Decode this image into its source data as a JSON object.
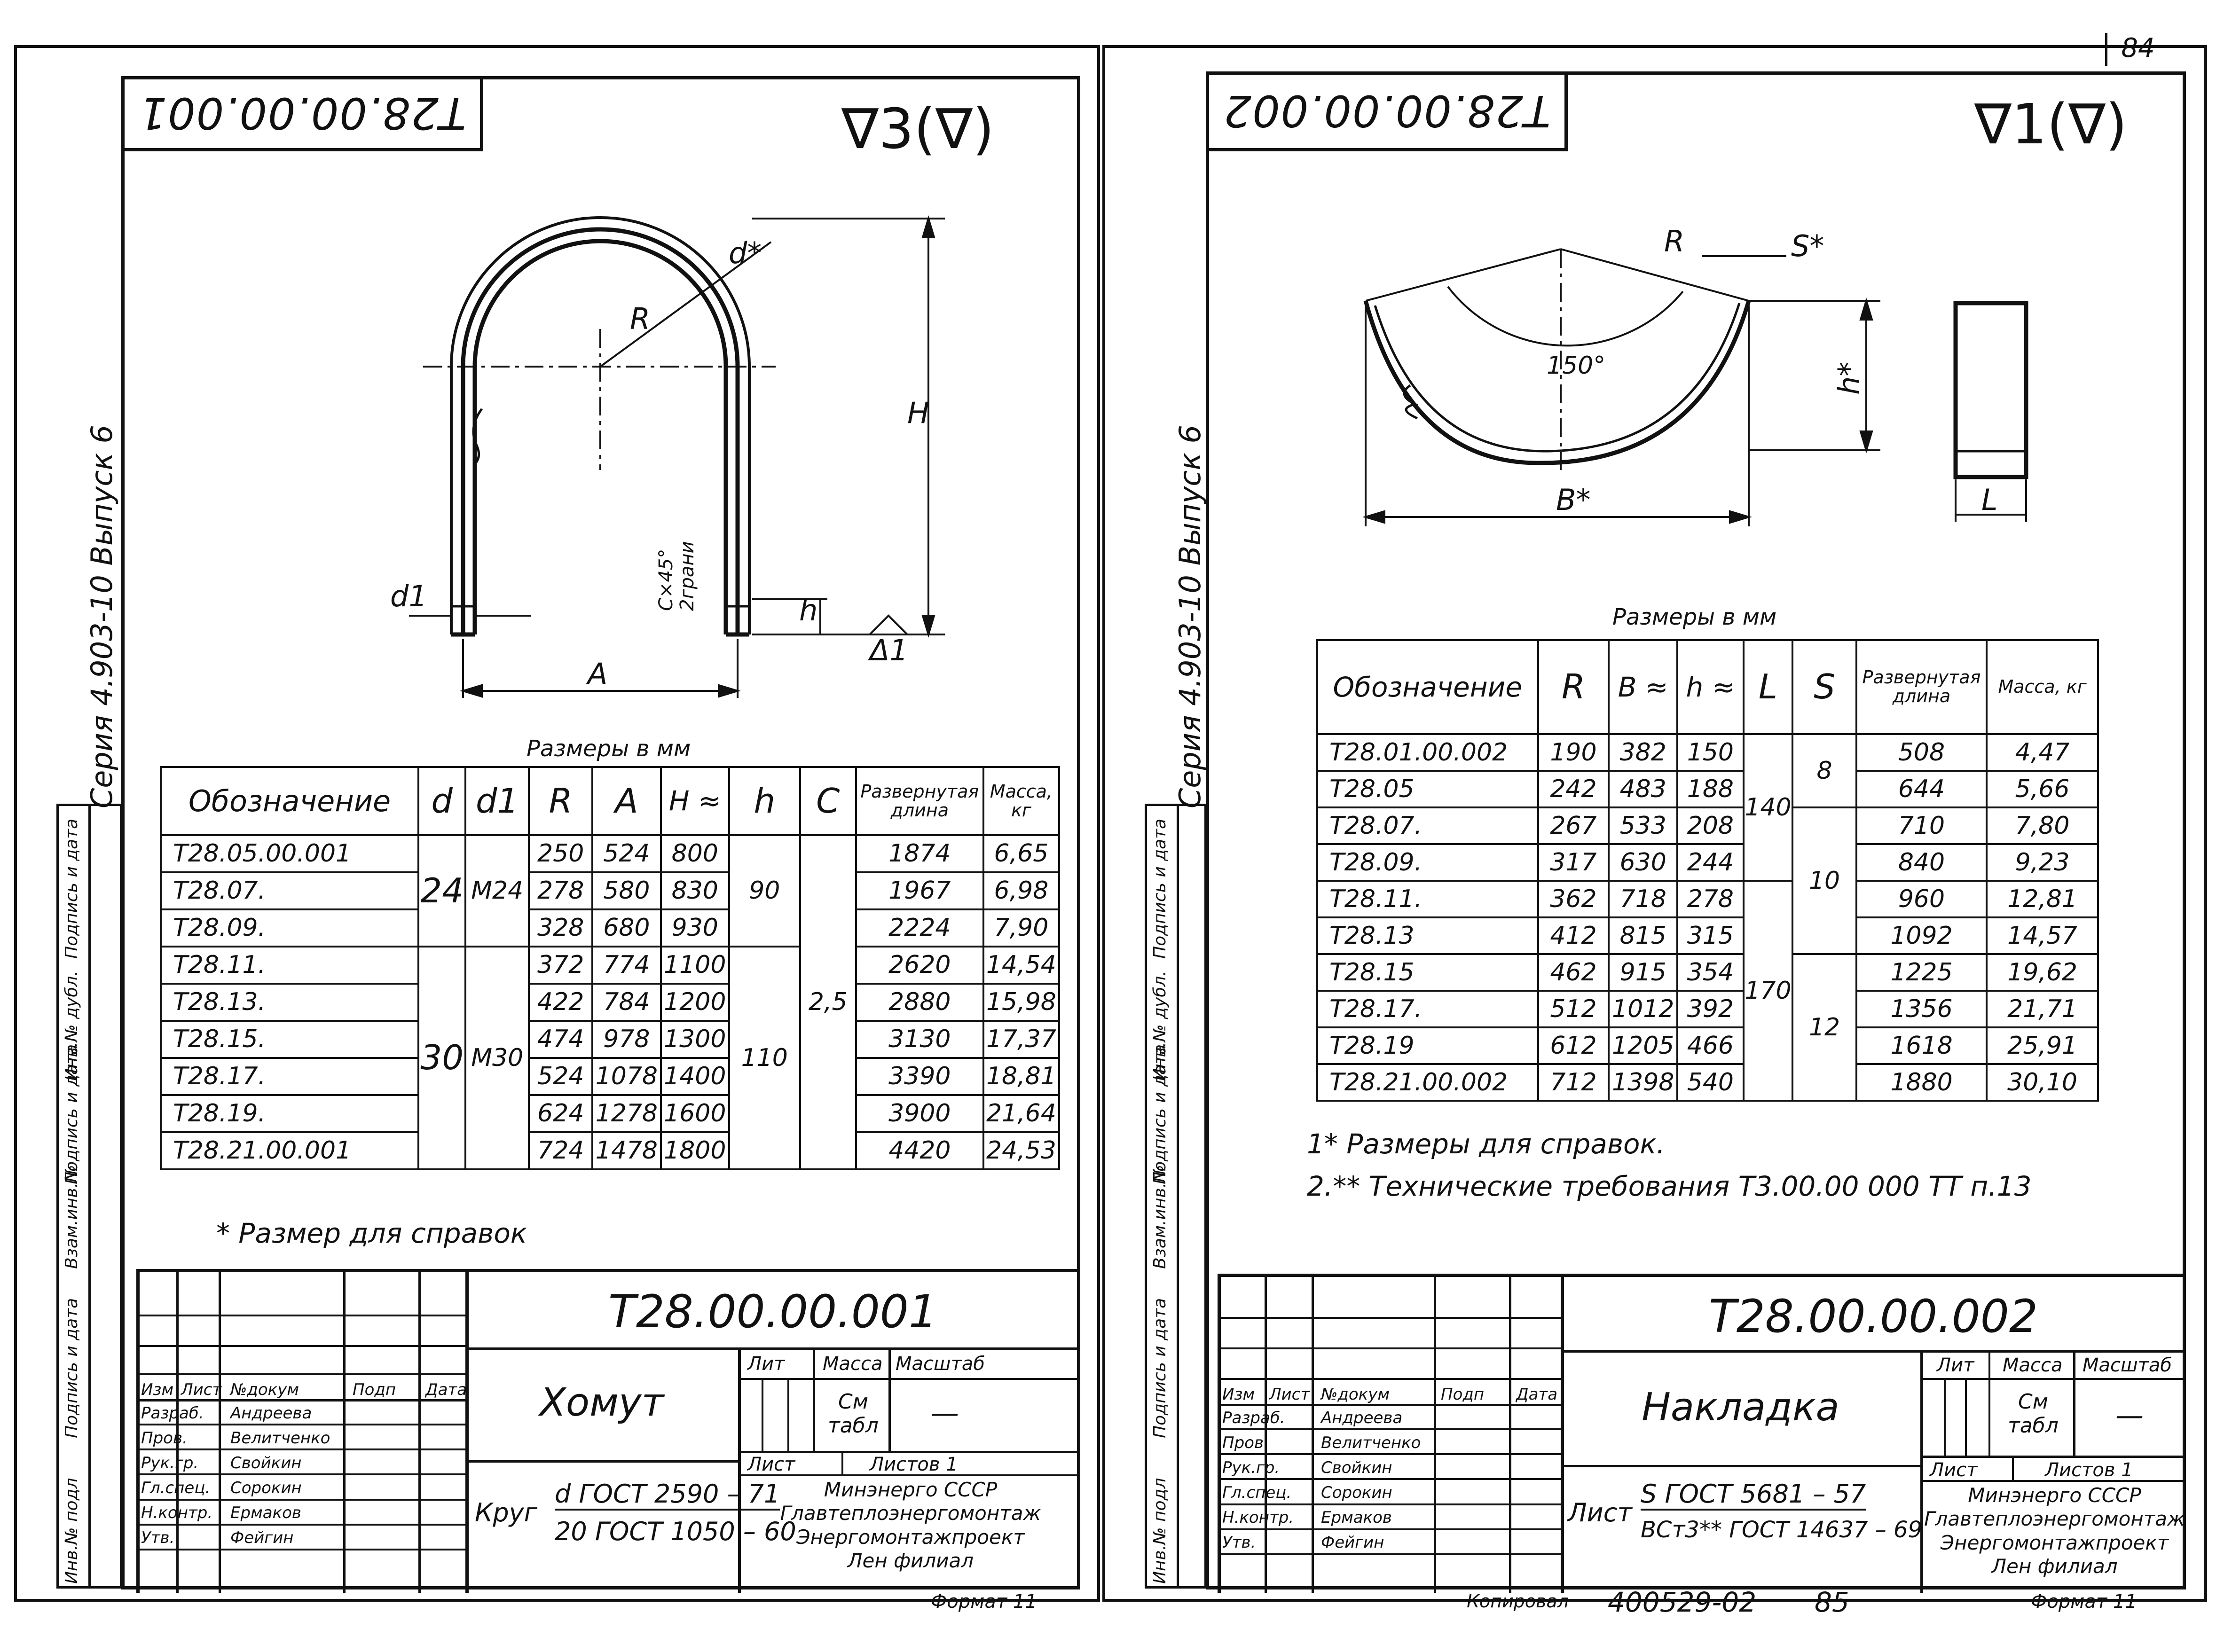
{
  "page_number": "84",
  "series_caption": "Серия 4.903-10 Выпуск 6",
  "side_columns": [
    "Подпись и дата",
    "Инв.№ дубл.",
    "Подпись и дата",
    "Взам.инв.№",
    "Подпись и дата",
    "Инв.№ подл"
  ],
  "left": {
    "code": "Т28.00.00.001",
    "roughness": "∇3(∇)",
    "dims": {
      "d_star": "d*",
      "R": "R",
      "H": "H",
      "d1": "d1",
      "A": "A",
      "h": "h",
      "chamfer": "C×45°",
      "chamfer2": "2грани",
      "delta": "Δ1"
    },
    "table_caption": "Размеры в мм",
    "headers": [
      "Обозначение",
      "d",
      "d1",
      "R",
      "A",
      "H ≈",
      "h",
      "C",
      "Развернутая длина",
      "Масса, кг"
    ],
    "shared": {
      "d_24": "24",
      "d1_24": "М24",
      "h_90": "90",
      "d_30": "30",
      "d1_30": "М30",
      "h_110": "110",
      "c": "2,5"
    },
    "rows": [
      {
        "code": "Т28.05.00.001",
        "R": "250",
        "A": "524",
        "H": "800",
        "len": "1874",
        "mass": "6,65"
      },
      {
        "code": "Т28.07.",
        "R": "278",
        "A": "580",
        "H": "830",
        "len": "1967",
        "mass": "6,98"
      },
      {
        "code": "Т28.09.",
        "R": "328",
        "A": "680",
        "H": "930",
        "len": "2224",
        "mass": "7,90"
      },
      {
        "code": "Т28.11.",
        "R": "372",
        "A": "774",
        "H": "1100",
        "len": "2620",
        "mass": "14,54"
      },
      {
        "code": "Т28.13.",
        "R": "422",
        "A": "784",
        "H": "1200",
        "len": "2880",
        "mass": "15,98"
      },
      {
        "code": "Т28.15.",
        "R": "474",
        "A": "978",
        "H": "1300",
        "len": "3130",
        "mass": "17,37"
      },
      {
        "code": "Т28.17.",
        "R": "524",
        "A": "1078",
        "H": "1400",
        "len": "3390",
        "mass": "18,81"
      },
      {
        "code": "Т28.19.",
        "R": "624",
        "A": "1278",
        "H": "1600",
        "len": "3900",
        "mass": "21,64"
      },
      {
        "code": "Т28.21.00.001",
        "R": "724",
        "A": "1478",
        "H": "1800",
        "len": "4420",
        "mass": "24,53"
      }
    ],
    "note": "* Размер для справок",
    "title_block": {
      "code": "Т28.00.00.001",
      "name": "Хомут",
      "col_headers": [
        "Изм",
        "Лист",
        "№докум",
        "Подп",
        "Дата"
      ],
      "staff": [
        {
          "role": "Разраб.",
          "name": "Андреева"
        },
        {
          "role": "Пров.",
          "name": "Велитченко"
        },
        {
          "role": "Рук.гр.",
          "name": "Свойкин"
        },
        {
          "role": "Гл.спец.",
          "name": "Сорокин"
        },
        {
          "role": "Н.контр.",
          "name": "Ермаков"
        },
        {
          "role": "Утв.",
          "name": "Фейгин"
        }
      ],
      "lit": "Лит",
      "massa": "Масса",
      "scale": "Масштаб",
      "mass_value": "См табл",
      "scale_value": "—",
      "sheet": "Лист",
      "sheets": "Листов 1",
      "org": [
        "Минэнерго СССР",
        "Главтеплоэнергомонтаж",
        "Энергомонтажпроект",
        "Лен филиал"
      ],
      "material_prefix": "Круг",
      "material_top": "d ГОСТ 2590 – 71",
      "material_bottom": "20 ГОСТ 1050 – 60",
      "format": "Формат 11"
    }
  },
  "right": {
    "code": "Т28.00.00.002",
    "roughness": "∇1(∇)",
    "dims": {
      "R": "R",
      "S": "S*",
      "angle": "150°",
      "h": "h*",
      "B": "B*",
      "L": "L"
    },
    "table_caption": "Размеры в мм",
    "headers": [
      "Обозначение",
      "R",
      "B ≈",
      "h ≈",
      "L",
      "S",
      "Развернутая длина",
      "Масса, кг"
    ],
    "shared": {
      "L_140": "140",
      "L_170": "170",
      "S_8": "8",
      "S_10": "10",
      "S_12": "12"
    },
    "rows": [
      {
        "code": "Т28.01.00.002",
        "R": "190",
        "B": "382",
        "h": "150",
        "len": "508",
        "mass": "4,47"
      },
      {
        "code": "Т28.05",
        "R": "242",
        "B": "483",
        "h": "188",
        "len": "644",
        "mass": "5,66"
      },
      {
        "code": "Т28.07.",
        "R": "267",
        "B": "533",
        "h": "208",
        "len": "710",
        "mass": "7,80"
      },
      {
        "code": "Т28.09.",
        "R": "317",
        "B": "630",
        "h": "244",
        "len": "840",
        "mass": "9,23"
      },
      {
        "code": "Т28.11.",
        "R": "362",
        "B": "718",
        "h": "278",
        "len": "960",
        "mass": "12,81"
      },
      {
        "code": "Т28.13",
        "R": "412",
        "B": "815",
        "h": "315",
        "len": "1092",
        "mass": "14,57"
      },
      {
        "code": "Т28.15",
        "R": "462",
        "B": "915",
        "h": "354",
        "len": "1225",
        "mass": "19,62"
      },
      {
        "code": "Т28.17.",
        "R": "512",
        "B": "1012",
        "h": "392",
        "len": "1356",
        "mass": "21,71"
      },
      {
        "code": "Т28.19",
        "R": "612",
        "B": "1205",
        "h": "466",
        "len": "1618",
        "mass": "25,91"
      },
      {
        "code": "Т28.21.00.002",
        "R": "712",
        "B": "1398",
        "h": "540",
        "len": "1880",
        "mass": "30,10"
      }
    ],
    "notes": [
      "1* Размеры для справок.",
      "2.** Технические требования Т3.00.00 000 ТТ п.13"
    ],
    "title_block": {
      "code": "Т28.00.00.002",
      "name": "Накладка",
      "col_headers": [
        "Изм",
        "Лист",
        "№докум",
        "Подп",
        "Дата"
      ],
      "staff": [
        {
          "role": "Разраб.",
          "name": "Андреева"
        },
        {
          "role": "Пров.",
          "name": "Велитченко"
        },
        {
          "role": "Рук.гр.",
          "name": "Свойкин"
        },
        {
          "role": "Гл.спец.",
          "name": "Сорокин"
        },
        {
          "role": "Н.контр.",
          "name": "Ермаков"
        },
        {
          "role": "Утв.",
          "name": "Фейгин"
        }
      ],
      "lit": "Лит",
      "massa": "Масса",
      "scale": "Масштаб",
      "mass_value": "См табл",
      "scale_value": "—",
      "sheet": "Лист",
      "sheets": "Листов 1",
      "org": [
        "Минэнерго СССР",
        "Главтеплоэнергомонтаж",
        "Энергомонтажпроект",
        "Лен филиал"
      ],
      "material_prefix": "Лист",
      "material_top": "S ГОСТ 5681 – 57",
      "material_bottom": "ВСт3** ГОСТ 14637 – 69",
      "format": "Формат 11"
    }
  },
  "footer": {
    "copied": "Копировал",
    "doc_number": "400529-02",
    "page": "85"
  }
}
